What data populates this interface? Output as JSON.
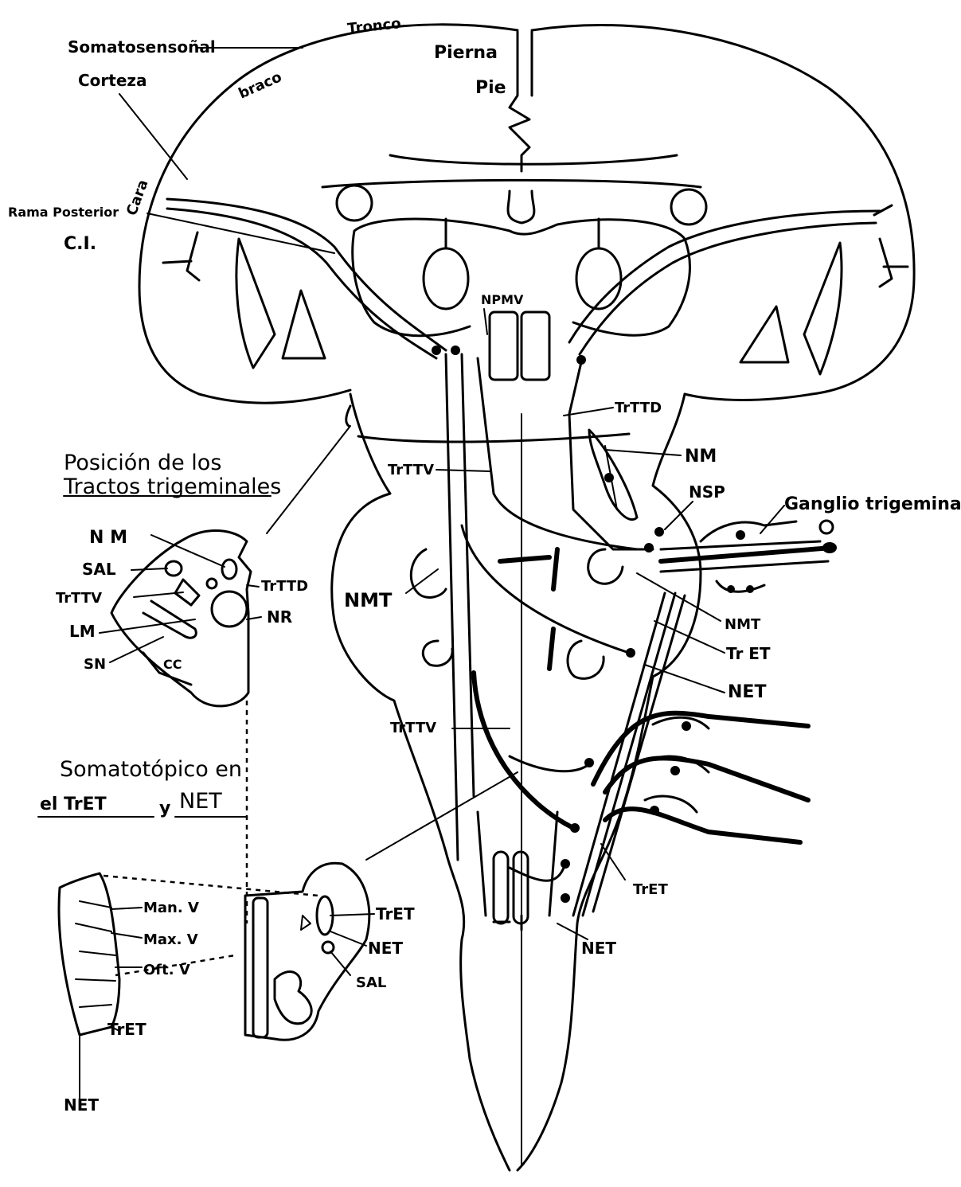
{
  "cortex": {
    "somatosensory": "Somatosensoñal",
    "corteza": "Corteza",
    "tronco": "Tronco",
    "pierna": "Pierna",
    "pie": "Pie",
    "brazo": "braco",
    "cara": "Cara"
  },
  "capsule": {
    "rama_posterior": "Rama Posterior",
    "ci": "C.I."
  },
  "brainstem_labels": {
    "npmv": "NPMV",
    "trttd": "TrTTD",
    "nm": "NM",
    "nsp": "NSP",
    "ganglio": "Ganglio trigeminal",
    "trttv_upper": "TrTTV",
    "nmt_left": "NMT",
    "nmt_right": "NMT",
    "tret_right": "Tr ET",
    "net_right": "NET",
    "trttv_lower": "TrTTV",
    "tret_lower": "TrET",
    "net_lower": "NET"
  },
  "inset_tracts": {
    "title_line1": "Posición de los",
    "title_line2": "Tractos trigeminales",
    "nm": "N M",
    "sal": "SAL",
    "trttv": "TrTTV",
    "lm": "LM",
    "sn": "SN",
    "cc": "CC",
    "trttd": "TrTTD",
    "nr": "NR"
  },
  "inset_somatotopic": {
    "title_line1": "Somatotópico en",
    "title_line2a": "el TrET",
    "title_line2b": "y",
    "title_line2c": "NET",
    "man": "Man. V",
    "max": "Max. V",
    "oft": "Oft. V",
    "tret": "TrET",
    "net": "NET"
  },
  "medulla_inset": {
    "tret": "TrET",
    "net": "NET",
    "sal": "SAL"
  }
}
